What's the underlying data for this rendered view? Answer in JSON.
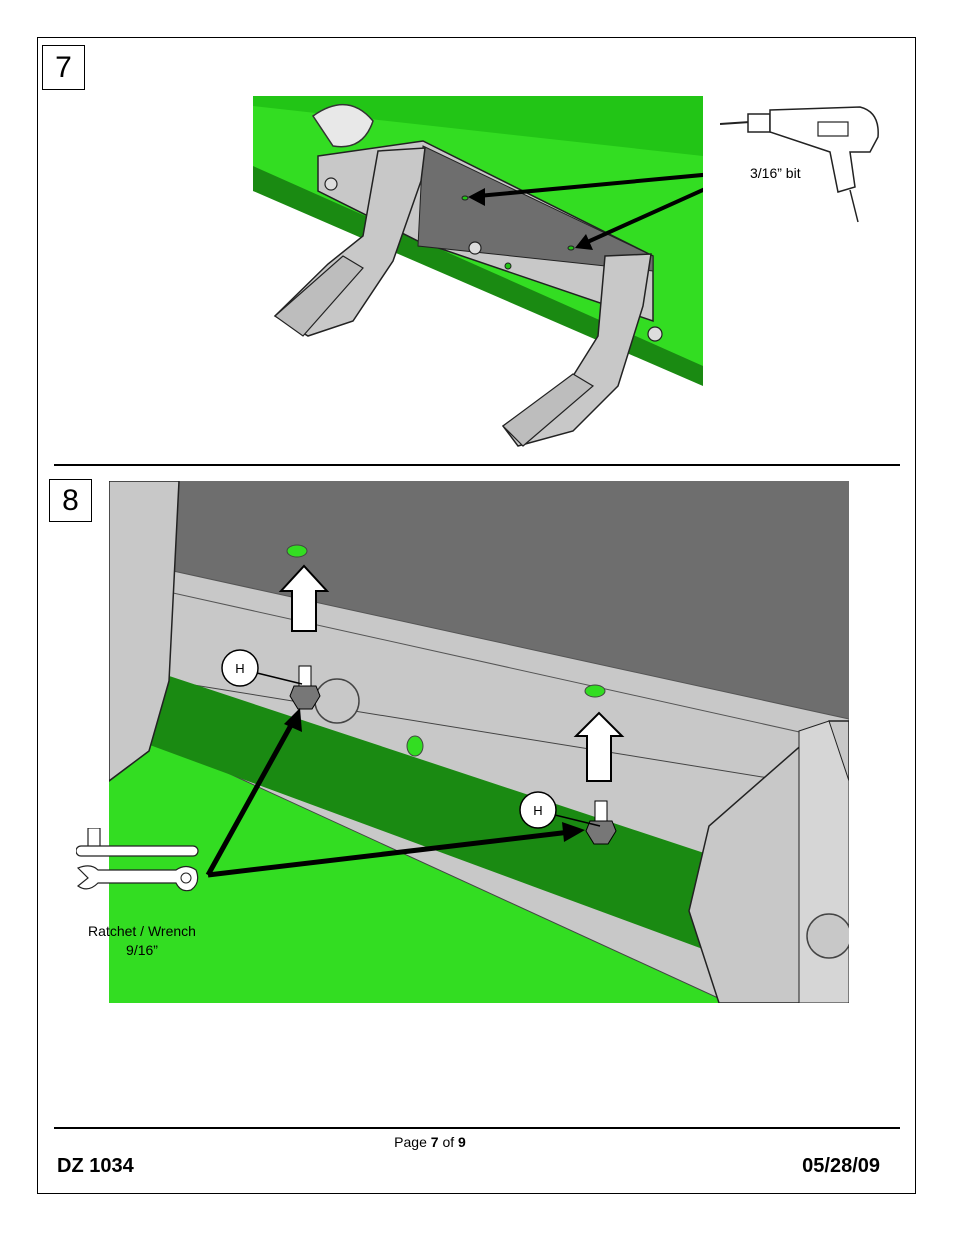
{
  "steps": [
    {
      "number": "7",
      "callout": "3/16” bit"
    },
    {
      "number": "8",
      "callout_line1": "Ratchet / Wrench",
      "callout_line2": "9/16”",
      "part_label": "H"
    }
  ],
  "footer": {
    "page_prefix": "Page ",
    "page_current": "7",
    "page_of": " of ",
    "page_total": "9",
    "doc_id": "DZ 1034",
    "date": "05/28/09"
  },
  "colors": {
    "green": "#33dd22",
    "dark_green": "#1a8a12",
    "steel": "#c8c8c8",
    "shadow": "#6e6e6e"
  },
  "icons": [
    "drill-icon",
    "ratchet-icon",
    "wrench-icon"
  ]
}
